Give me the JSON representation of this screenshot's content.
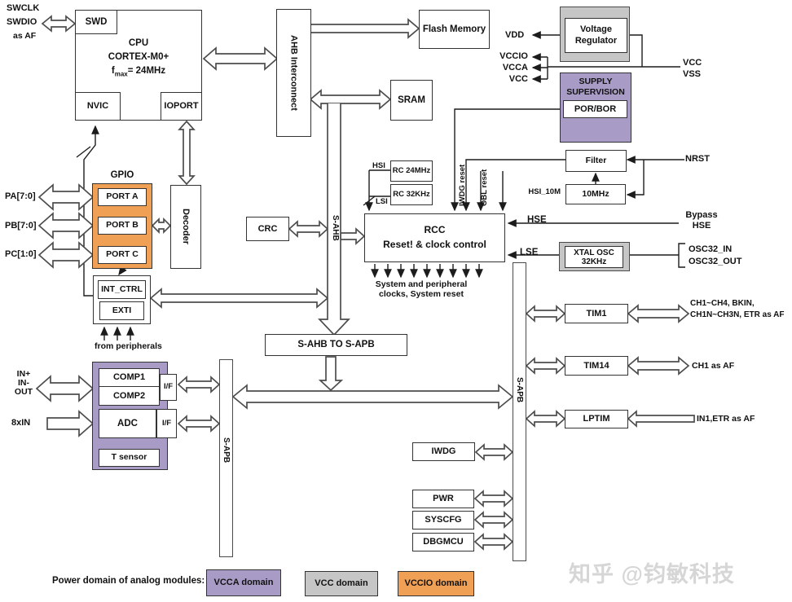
{
  "colors": {
    "vcca": "#A89CC6",
    "vcc": "#C6C6C6",
    "vccio": "#F0A055",
    "line": "#1c1c1c",
    "arrow": "#4d4d4d",
    "border": "#333333",
    "wm": "#d6d6d6"
  },
  "labels": {
    "swclk": "SWCLK",
    "swdio": "SWDIO",
    "as_af": "as AF",
    "swd": "SWD",
    "cpu_l1": "CPU",
    "cpu_l2": "CORTEX-M0+",
    "fmax_f": "f",
    "fmax_sub": "max",
    "fmax_rest": "= 24MHz",
    "nvic": "NVIC",
    "ioport": "IOPORT",
    "ahb": "AHB Interconnect",
    "flash": "Flash Memory",
    "sram": "SRAM",
    "vdd": "VDD",
    "vccio": "VCCIO",
    "vcca": "VCCA",
    "vcc_left": "VCC",
    "vcc_right": "VCC",
    "vss": "VSS",
    "vreg_l1": "Voltage",
    "vreg_l2": "Regulator",
    "supply_l1": "SUPPLY",
    "supply_l2": "SUPERVISION",
    "porbor": "POR/BOR",
    "filter": "Filter",
    "nrst": "NRST",
    "mhz10": "10MHz",
    "hsi10m": "HSI_10M",
    "gpio": "GPIO",
    "porta": "PORT A",
    "portb": "PORT B",
    "portc": "PORT C",
    "pa": "PA[7:0]",
    "pb": "PB[7:0]",
    "pc": "PC[1:0]",
    "decoder": "Decoder",
    "crc": "CRC",
    "sahb": "S-AHB",
    "hsi": "HSI",
    "lsi": "LSI",
    "rc24": "RC 24MHz",
    "rc32": "RC 32KHz",
    "iwdg_reset": "IWDG reset",
    "obl_reset": "OBL reset",
    "rcc_l1": "RCC",
    "rcc_l2": "Reset! & clock control",
    "hse": "HSE",
    "lse": "LSE",
    "bypass_l1": "Bypass",
    "bypass_l2": "HSE",
    "xtal_l1": "XTAL OSC",
    "xtal_l2": "32KHz",
    "osc32in": "OSC32_IN",
    "osc32out": "OSC32_OUT",
    "sys_l1": "System and peripheral",
    "sys_l2": "clocks, System reset",
    "int_ctrl": "INT_CTRL",
    "exti": "EXTI",
    "from_periph": "from peripherals",
    "sahb2sapb": "S-AHB TO S-APB",
    "sapb_left": "S-APB",
    "sapb_right": "S-APB",
    "comp1": "COMP1",
    "comp2": "COMP2",
    "if1": "I/F",
    "if2": "I/F",
    "adc": "ADC",
    "tsensor": "T sensor",
    "inp": "IN+",
    "inm": "IN-",
    "out": "OUT",
    "in8": "8xIN",
    "tim1": "TIM1",
    "tim14": "TIM14",
    "lptim": "LPTIM",
    "tim1io_l1": "CH1~CH4, BKIN,",
    "tim1io_l2": "CH1N~CH3N, ETR as AF",
    "tim14io": "CH1 as AF",
    "lptimio": "IN1,ETR as AF",
    "iwdg": "IWDG",
    "pwr": "PWR",
    "syscfg": "SYSCFG",
    "dbgmcu": "DBGMCU"
  },
  "legend": {
    "title": "Power domain of analog modules:",
    "vcca": "VCCA domain",
    "vcc": "VCC domain",
    "vccio": "VCCIO domain"
  },
  "watermark": {
    "text": "知乎 @钧敏科技"
  }
}
